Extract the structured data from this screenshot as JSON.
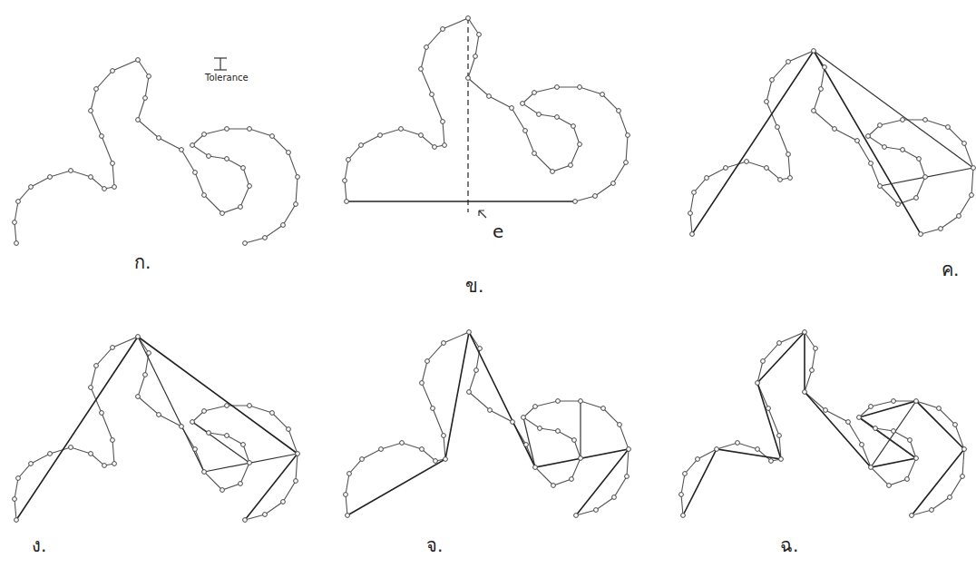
{
  "diagram": {
    "labels": [
      "Tolerance",
      "e",
      "ก.",
      "ข.",
      "ค.",
      "ง.",
      "จ.",
      "ฉ."
    ]
  }
}
